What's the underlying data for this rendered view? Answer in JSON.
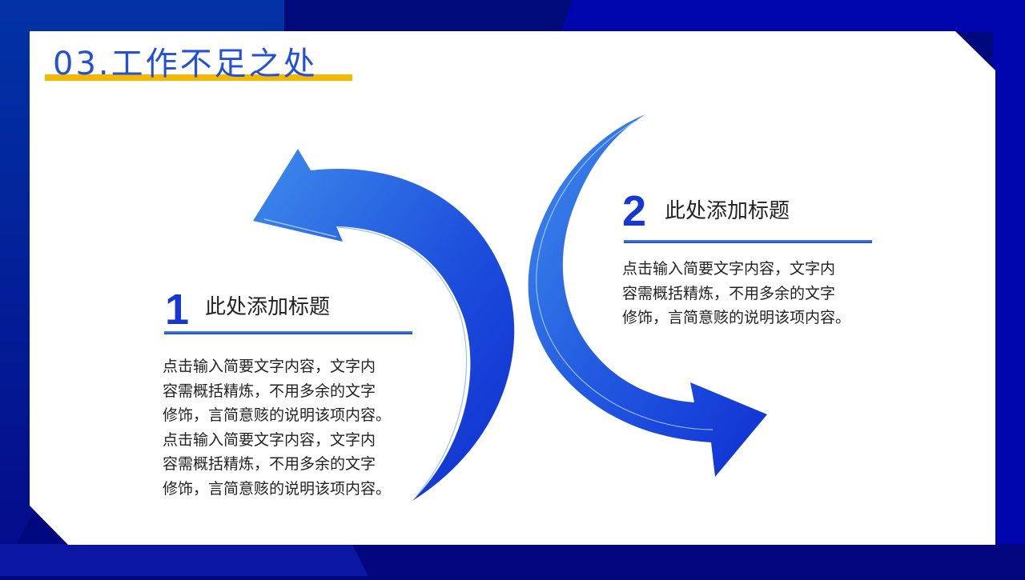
{
  "slide": {
    "title": "03.工作不足之处",
    "colors": {
      "title": "#2250d6",
      "title_underline": "#f5b800",
      "number": "#1638d0",
      "arrow_light": "#3c86ea",
      "arrow_dark": "#1030d0",
      "panel": "#ffffff",
      "background_navy": "#00087e"
    }
  },
  "items": [
    {
      "number": "1",
      "heading": "此处添加标题",
      "lines": [
        "点击输入简要文字内容，文字内",
        "容需概括精炼，不用多余的文字",
        "修饰，言简意赅的说明该项内容。",
        "点击输入简要文字内容，文字内",
        "容需概括精炼，不用多余的文字",
        "修饰，言简意赅的说明该项内容。"
      ]
    },
    {
      "number": "2",
      "heading": "此处添加标题",
      "lines": [
        "点击输入简要文字内容，文字内",
        "容需概括精炼，不用多余的文字",
        "修饰，言简意赅的说明该项内容。"
      ]
    }
  ],
  "icons": {
    "arrow_left": "curved-arrow-left-icon",
    "arrow_right": "curved-arrow-right-icon"
  }
}
